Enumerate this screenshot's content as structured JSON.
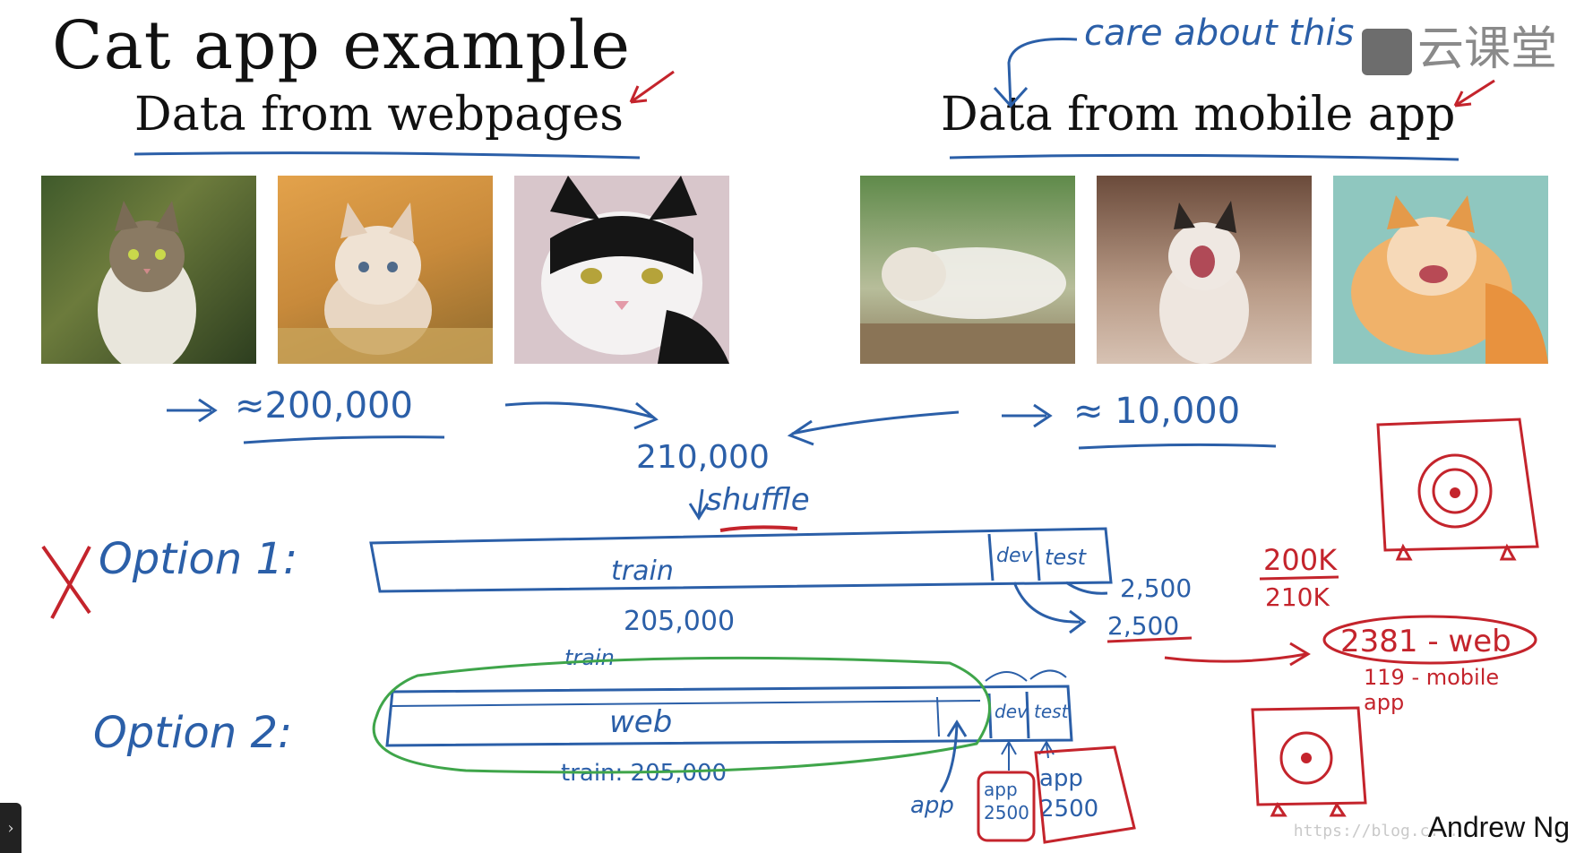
{
  "title": "Cat app example",
  "sources": {
    "web": {
      "heading": "Data from webpages",
      "count": "≈200,000"
    },
    "mobile": {
      "heading": "Data from mobile app",
      "count": "≈ 10,000",
      "note": "care about this"
    }
  },
  "combined": {
    "total": "210,000",
    "shuffle": "shuffle"
  },
  "option1": {
    "label": "Option 1:",
    "train_label": "train",
    "dev_label": "dev",
    "test_label": "test",
    "train_size": "205,000",
    "dev_size": "2,500",
    "test_size": "2,500",
    "ratio_top": "200K",
    "ratio_bottom": "210K",
    "breakdown_web": "2381 - web",
    "breakdown_mobile": "119 - mobile app"
  },
  "option2": {
    "label": "Option 2:",
    "train_label": "train",
    "web_label": "web",
    "dev_label": "dev",
    "test_label": "test",
    "train_size": "train: 205,000",
    "app_label": "app",
    "app_dev": "app 2500",
    "app_test": "app 2500"
  },
  "watermark": "云课堂",
  "url": "https://blog.c...",
  "author": "Andrew Ng",
  "colors": {
    "blue": "#2b5fa8",
    "red": "#c4242c",
    "green": "#3fa54a"
  }
}
